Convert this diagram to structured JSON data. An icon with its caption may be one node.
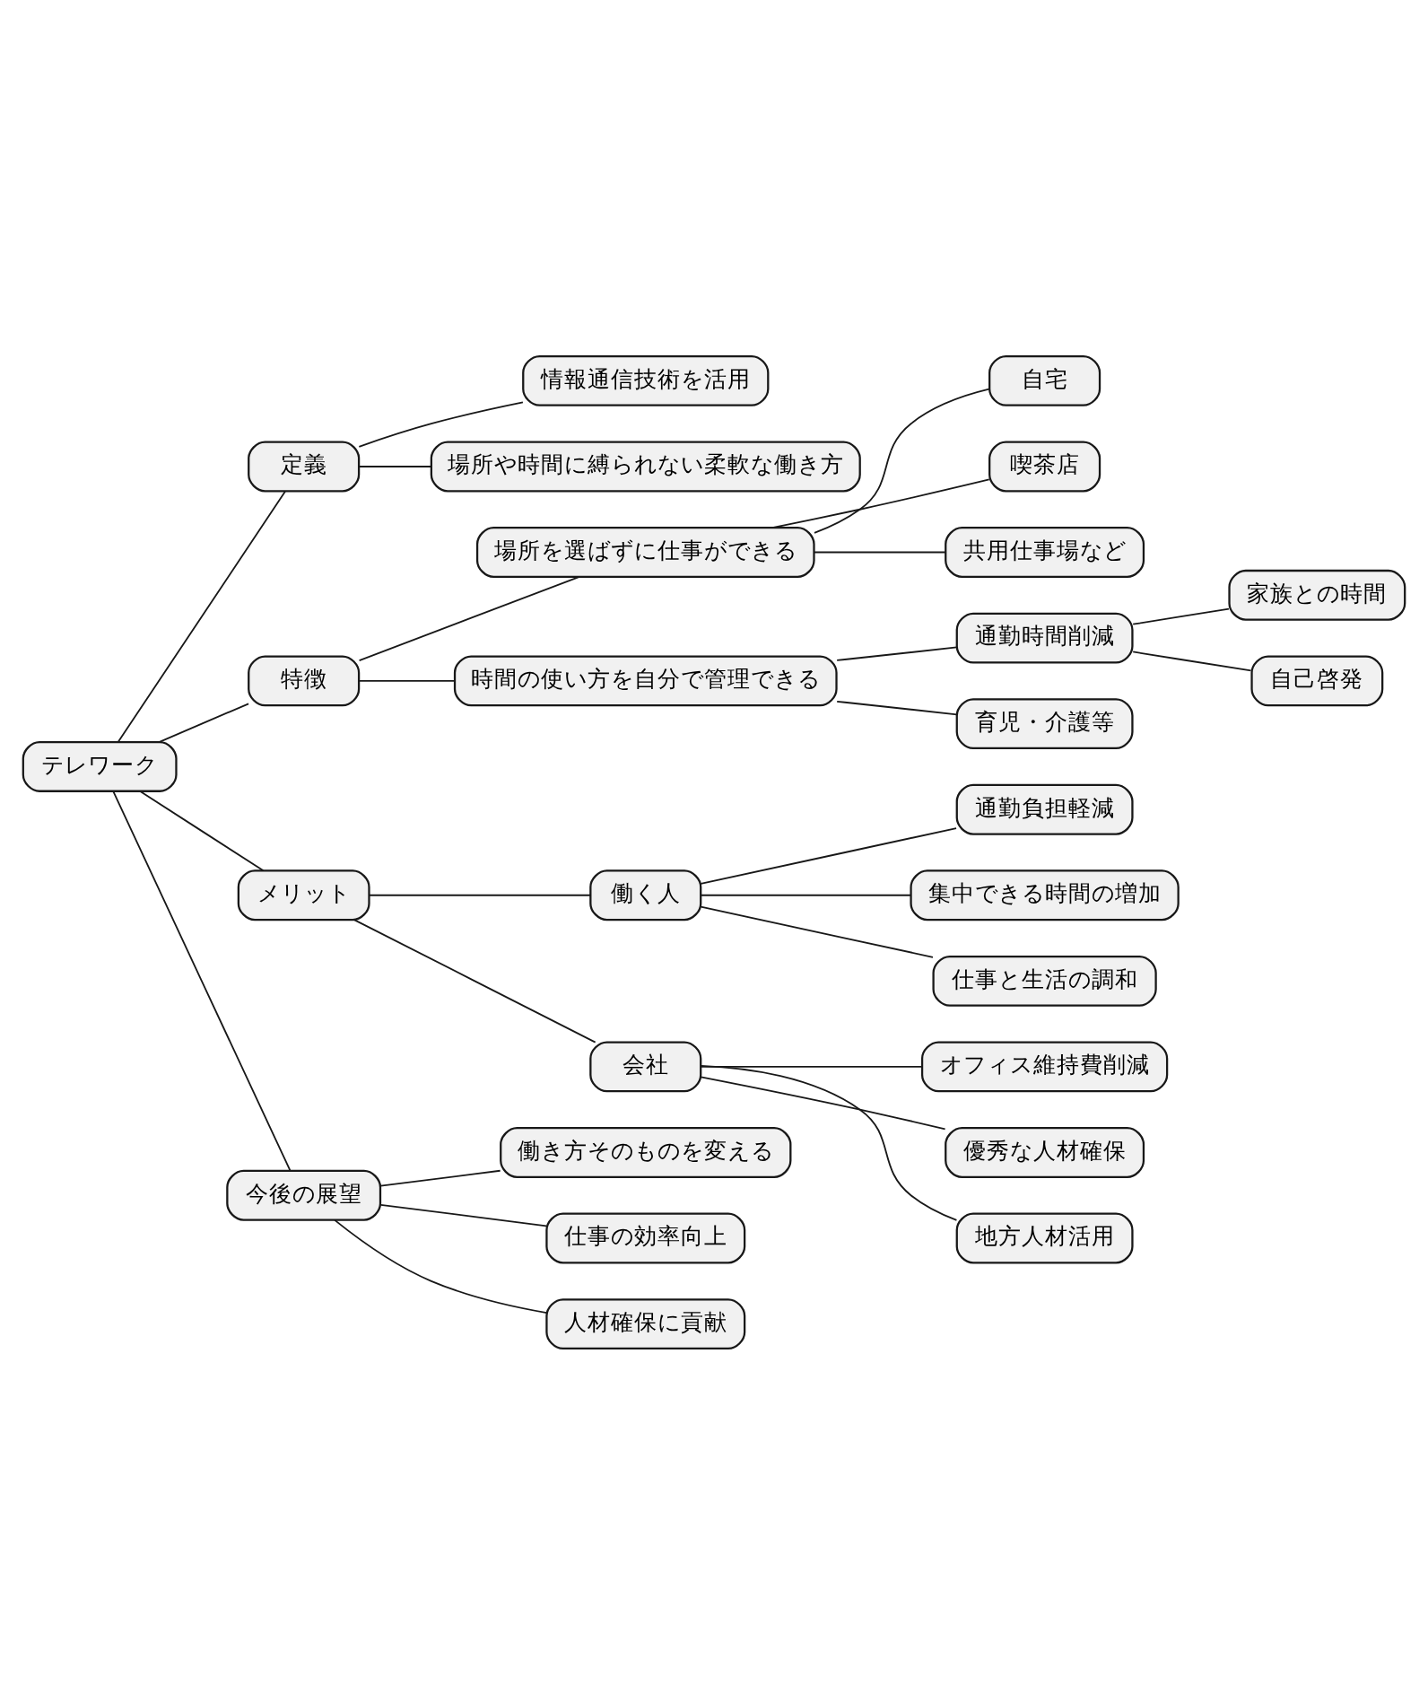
{
  "diagram": {
    "nodes": [
      {
        "text": [
          "テレワーク"
        ]
      },
      {
        "text": [
          "定義"
        ]
      },
      {
        "text": [
          "情報通信技術を活用"
        ]
      },
      {
        "text": [
          "場所や時間に縛られない柔軟な働き方"
        ]
      },
      {
        "text": [
          "特徴"
        ]
      },
      {
        "text": [
          "場所を選ばずに仕事ができる"
        ]
      },
      {
        "text": [
          "自宅"
        ]
      },
      {
        "text": [
          "喫茶店"
        ]
      },
      {
        "text": [
          "共用仕事場など"
        ]
      },
      {
        "text": [
          "時間の使い方を自分で管理できる"
        ]
      },
      {
        "text": [
          "通勤時間削減"
        ]
      },
      {
        "text": [
          "家族との時間"
        ]
      },
      {
        "text": [
          "自己啓発"
        ]
      },
      {
        "text": [
          "育児・介護等"
        ]
      },
      {
        "text": [
          "メリット"
        ]
      },
      {
        "text": [
          "働く人"
        ]
      },
      {
        "text": [
          "通勤負担軽減"
        ]
      },
      {
        "text": [
          "集中できる時間の増加"
        ]
      },
      {
        "text": [
          "仕事と生活の調和"
        ]
      },
      {
        "text": [
          "会社"
        ]
      },
      {
        "text": [
          "オフィス維持費削減"
        ]
      },
      {
        "text": [
          "優秀な人材確保"
        ]
      },
      {
        "text": [
          "地方人材活用"
        ]
      },
      {
        "text": [
          "今後の展望"
        ]
      },
      {
        "text": [
          "働き方そのものを変える"
        ]
      },
      {
        "text": [
          "仕事の効率向上"
        ]
      },
      {
        "text": [
          "人材確保に貢献"
        ]
      }
    ],
    "edges": [
      {
        "from": 0,
        "to": 1,
        "arrow": "none"
      },
      {
        "from": 1,
        "to": 2,
        "arrow": "none"
      },
      {
        "from": 1,
        "to": 3,
        "arrow": "none"
      },
      {
        "from": 0,
        "to": 4,
        "arrow": "none"
      },
      {
        "from": 4,
        "to": 5,
        "arrow": "none"
      },
      {
        "from": 5,
        "to": 6,
        "arrow": "none"
      },
      {
        "from": 5,
        "to": 7,
        "arrow": "none"
      },
      {
        "from": 5,
        "to": 8,
        "arrow": "none"
      },
      {
        "from": 4,
        "to": 9,
        "arrow": "none"
      },
      {
        "from": 9,
        "to": 10,
        "arrow": "none"
      },
      {
        "from": 10,
        "to": 11,
        "arrow": "none"
      },
      {
        "from": 10,
        "to": 12,
        "arrow": "none"
      },
      {
        "from": 9,
        "to": 13,
        "arrow": "none"
      },
      {
        "from": 0,
        "to": 14,
        "arrow": "none"
      },
      {
        "from": 14,
        "to": 15,
        "arrow": "none"
      },
      {
        "from": 15,
        "to": 16,
        "arrow": "none"
      },
      {
        "from": 15,
        "to": 17,
        "arrow": "none"
      },
      {
        "from": 15,
        "to": 18,
        "arrow": "none"
      },
      {
        "from": 14,
        "to": 19,
        "arrow": "none"
      },
      {
        "from": 19,
        "to": 20,
        "arrow": "none"
      },
      {
        "from": 19,
        "to": 21,
        "arrow": "none"
      },
      {
        "from": 19,
        "to": 22,
        "arrow": "none"
      },
      {
        "from": 0,
        "to": 23,
        "arrow": "none"
      },
      {
        "from": 23,
        "to": 24,
        "arrow": "none"
      },
      {
        "from": 23,
        "to": 25,
        "arrow": "none"
      },
      {
        "from": 23,
        "to": 26,
        "arrow": "none"
      }
    ]
  }
}
